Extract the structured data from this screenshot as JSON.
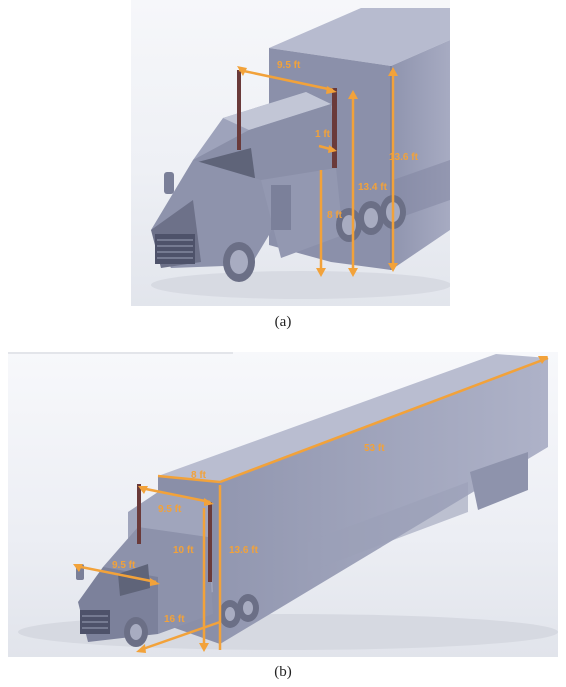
{
  "panel_a": {
    "caption": "(a)",
    "labels": {
      "cab_gap_width": "9.5 ft",
      "fairing_gap": "1 ft",
      "cab_side_height": "8 ft",
      "trailer_front_height": "13.4 ft",
      "trailer_height": "13.6 ft"
    }
  },
  "panel_b": {
    "caption": "(b)",
    "labels": {
      "trailer_width": "8 ft",
      "trailer_length": "53 ft",
      "cab_top_width": "9.5 ft",
      "cab_front_width": "9.5 ft",
      "cab_height": "10 ft",
      "trailer_height": "13.6 ft",
      "cab_length": "16 ft"
    }
  },
  "colors": {
    "dimension": "#f2a23a",
    "body": "#8d92ad",
    "body_light": "#b3b7cc",
    "body_dark": "#5e6279"
  }
}
